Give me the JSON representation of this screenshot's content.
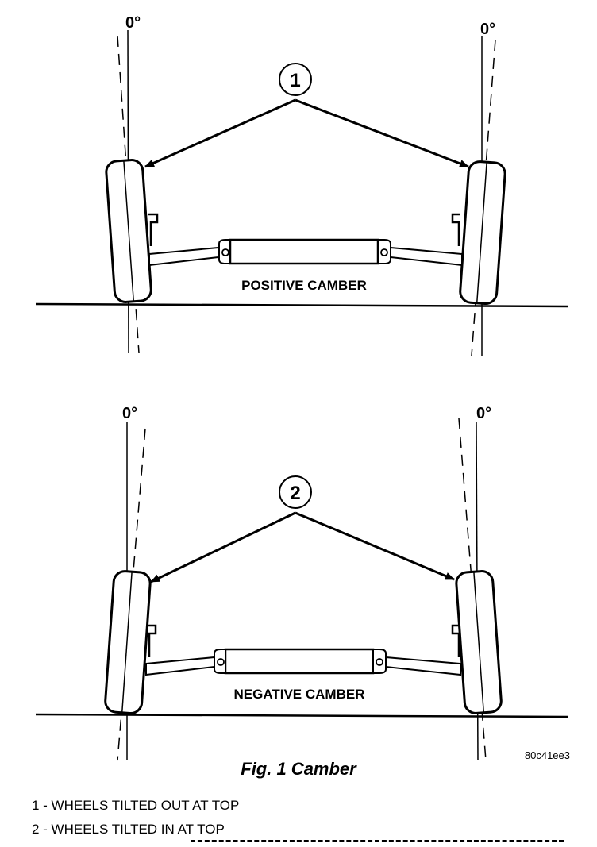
{
  "figure": {
    "caption": "Fig. 1 Camber",
    "code": "80c41ee3"
  },
  "panels": [
    {
      "id": "positive",
      "title": "POSITIVE CAMBER",
      "callout": "1",
      "angle_left": "0°",
      "angle_right": "0°"
    },
    {
      "id": "negative",
      "title": "NEGATIVE CAMBER",
      "callout": "2",
      "angle_left": "0°",
      "angle_right": "0°"
    }
  ],
  "legend": [
    "1 - WHEELS TILTED OUT AT TOP",
    "2 - WHEELS TILTED IN AT TOP"
  ]
}
